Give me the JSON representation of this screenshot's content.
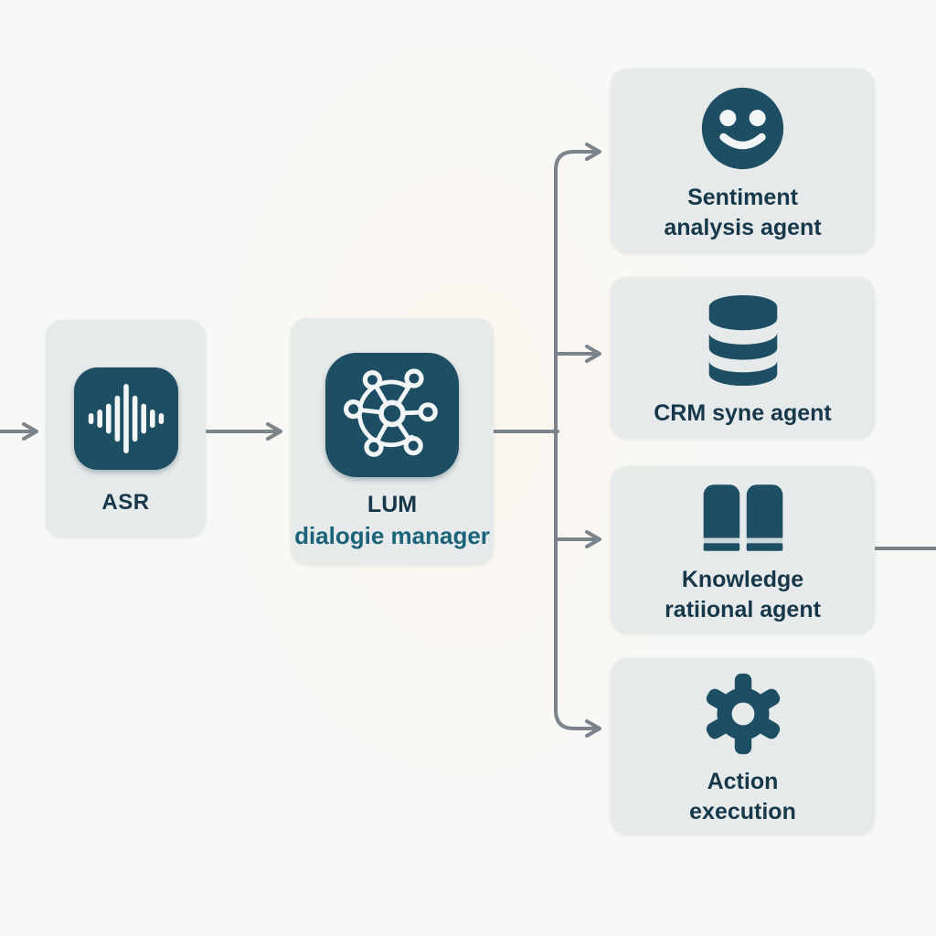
{
  "diagram": {
    "type": "flowchart",
    "description": "Voice-agent pipeline: ASR feeds an LLM dialogue manager which fans out to four agents",
    "colors": {
      "background": "#f8f8f6",
      "node_fill": "#e6eaea",
      "icon_primary": "#1e4e64",
      "label_color": "#16384a",
      "accent_teal": "#1a6379",
      "arrow_color": "#7b848b",
      "icon_glyph_white": "#f3f6f7",
      "book_stripe": "#c9d7db"
    },
    "nodes": {
      "asr": {
        "label": "ASR",
        "icon": "audio-waveform-icon"
      },
      "llm": {
        "title": "LUM",
        "subtitle": "dialogie manager",
        "icon": "network-hub-icon"
      },
      "agents": [
        {
          "line1": "Sentiment",
          "line2": "analysis agent",
          "icon": "smiley-face-icon"
        },
        {
          "line1": "CRM syne agent",
          "line2": "",
          "icon": "database-icon"
        },
        {
          "line1": "Knowledge",
          "line2": "ratiional agent",
          "icon": "open-book-icon"
        },
        {
          "line1": "Action",
          "line2": "execution",
          "icon": "gear-icon"
        }
      ]
    },
    "edges": [
      {
        "from": "input",
        "to": "asr"
      },
      {
        "from": "asr",
        "to": "llm-dialogue-manager"
      },
      {
        "from": "llm-dialogue-manager",
        "to": "sentiment-analysis-agent"
      },
      {
        "from": "llm-dialogue-manager",
        "to": "crm-sync-agent"
      },
      {
        "from": "llm-dialogue-manager",
        "to": "knowledge-agent"
      },
      {
        "from": "llm-dialogue-manager",
        "to": "action-execution"
      },
      {
        "from": "knowledge-agent",
        "to": "output"
      }
    ]
  }
}
